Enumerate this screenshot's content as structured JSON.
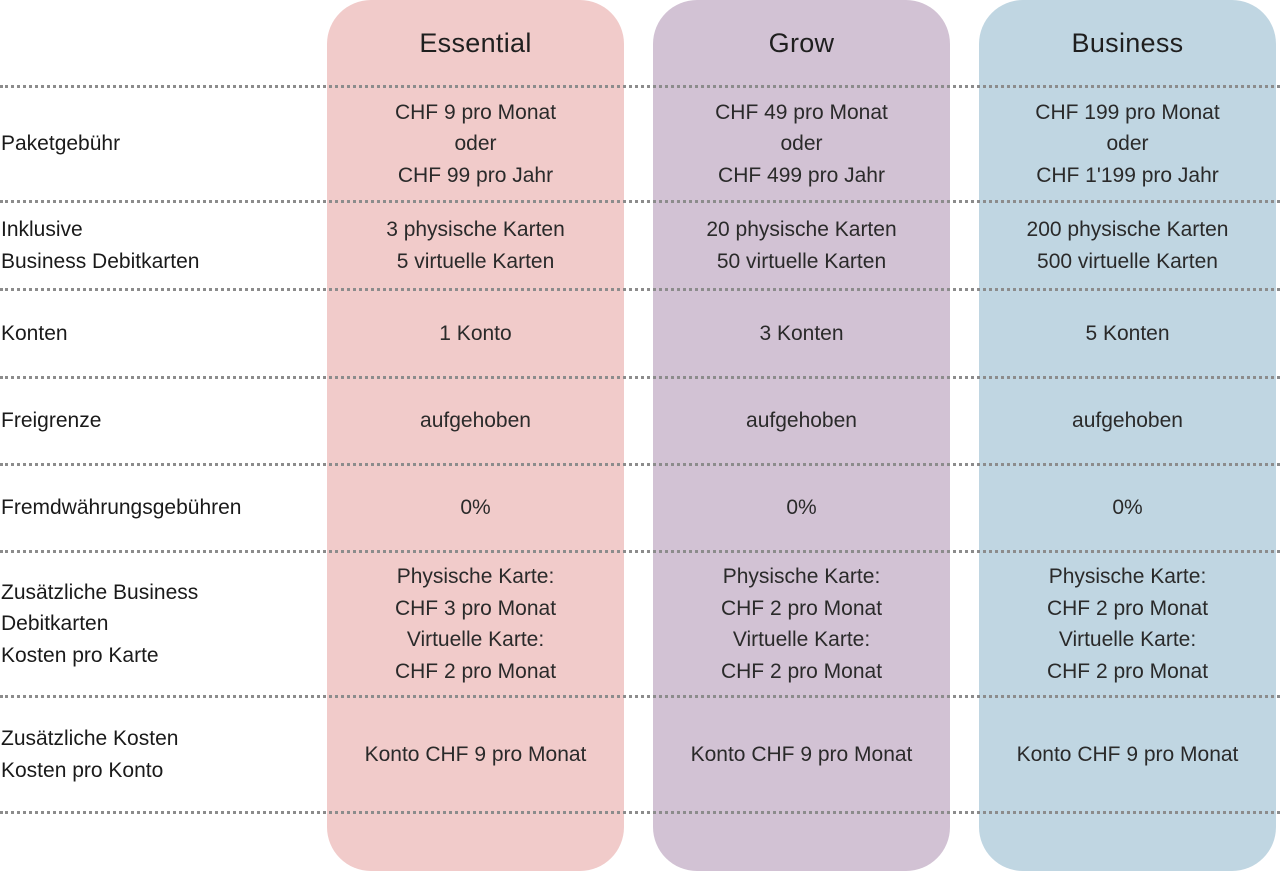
{
  "colors": {
    "essential": "#f1cbca",
    "grow": "#d2c2d4",
    "business": "#c0d6e2",
    "divider": "#8c8c8c"
  },
  "plans": [
    {
      "name": "Essential"
    },
    {
      "name": "Grow"
    },
    {
      "name": "Business"
    }
  ],
  "rows": [
    {
      "label": "Paketgebühr",
      "cells": [
        "CHF 9 pro Monat\noder\nCHF 99 pro Jahr",
        "CHF 49 pro Monat\noder\nCHF 499 pro Jahr",
        "CHF 199 pro Monat\noder\nCHF 1'199 pro Jahr"
      ]
    },
    {
      "label": "Inklusive\nBusiness Debitkarten",
      "cells": [
        "3 physische Karten\n5 virtuelle Karten",
        "20 physische Karten\n50 virtuelle Karten",
        "200 physische Karten\n500 virtuelle Karten"
      ]
    },
    {
      "label": "Konten",
      "cells": [
        "1 Konto",
        "3 Konten",
        "5 Konten"
      ]
    },
    {
      "label": "Freigrenze",
      "cells": [
        "aufgehoben",
        "aufgehoben",
        "aufgehoben"
      ]
    },
    {
      "label": "Fremdwährungsgebühren",
      "cells": [
        "0%",
        "0%",
        "0%"
      ]
    },
    {
      "label": "Zusätzliche Business\nDebitkarten\nKosten pro Karte",
      "cells": [
        "Physische Karte:\nCHF 3 pro Monat\nVirtuelle Karte:\nCHF 2 pro Monat",
        "Physische Karte:\nCHF 2 pro Monat\nVirtuelle Karte:\nCHF 2 pro Monat",
        "Physische Karte:\nCHF 2 pro Monat\nVirtuelle Karte:\nCHF 2 pro Monat"
      ]
    },
    {
      "label": "Zusätzliche Kosten\nKosten pro Konto",
      "cells": [
        "Konto CHF 9 pro Monat",
        "Konto CHF 9 pro Monat",
        "Konto CHF 9 pro Monat"
      ]
    }
  ]
}
